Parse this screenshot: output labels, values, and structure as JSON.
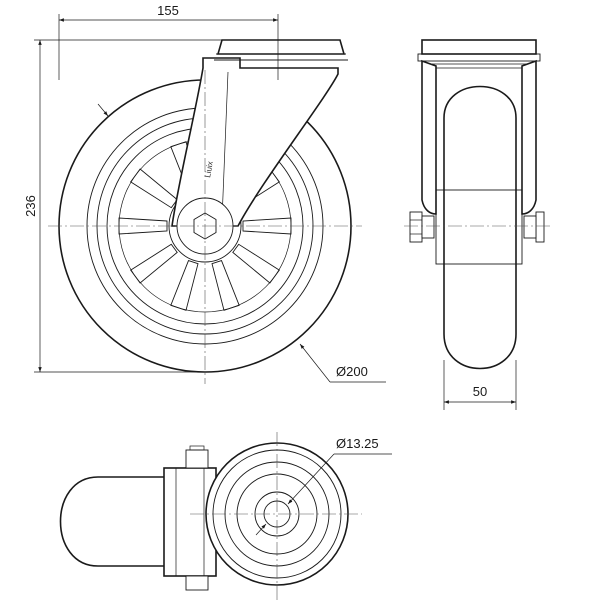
{
  "dimensions": {
    "width": "155",
    "height": "236",
    "wheel_diameter": "Ø200",
    "wheel_width": "50",
    "bore_diameter": "Ø13.25"
  },
  "logo": "Liuix"
}
